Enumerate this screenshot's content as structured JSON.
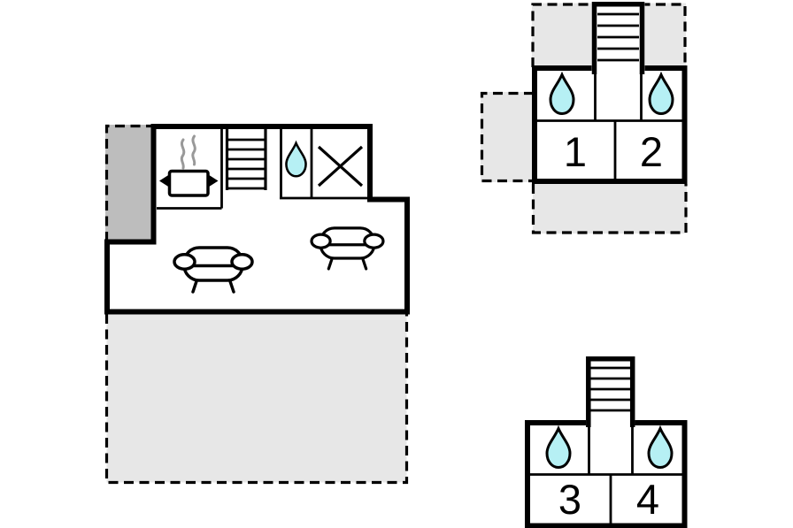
{
  "colors": {
    "background": "#ffffff",
    "wall": "#000000",
    "water_drop_fill": "#b6f0f4",
    "annex_fill": "#bdbdbd",
    "terrace_fill": "#e7e7e7",
    "steam": "#999999",
    "label_text": "#000000"
  },
  "floorplan": {
    "main_building": {
      "features": [
        {
          "icon": "stove-pot-icon"
        },
        {
          "icon": "staircase-icon"
        },
        {
          "icon": "water-drop-icon"
        },
        {
          "icon": "window-cross-icon"
        },
        {
          "icon": "sofa-icon"
        },
        {
          "icon": "sofa-icon"
        }
      ],
      "outdoor_areas": [
        {
          "name": "annex"
        },
        {
          "name": "terrace"
        }
      ]
    },
    "upper_apartment_block": {
      "rooms": [
        {
          "label": "1"
        },
        {
          "label": "2"
        }
      ],
      "features": [
        {
          "icon": "staircase-icon"
        },
        {
          "icon": "water-drop-icon"
        },
        {
          "icon": "water-drop-icon"
        }
      ],
      "outdoor_areas": [
        {
          "name": "terrace-top"
        },
        {
          "name": "terrace-left"
        },
        {
          "name": "terrace-bottom"
        }
      ]
    },
    "lower_apartment_block": {
      "rooms": [
        {
          "label": "3"
        },
        {
          "label": "4"
        }
      ],
      "features": [
        {
          "icon": "staircase-icon"
        },
        {
          "icon": "water-drop-icon"
        },
        {
          "icon": "water-drop-icon"
        }
      ]
    }
  }
}
